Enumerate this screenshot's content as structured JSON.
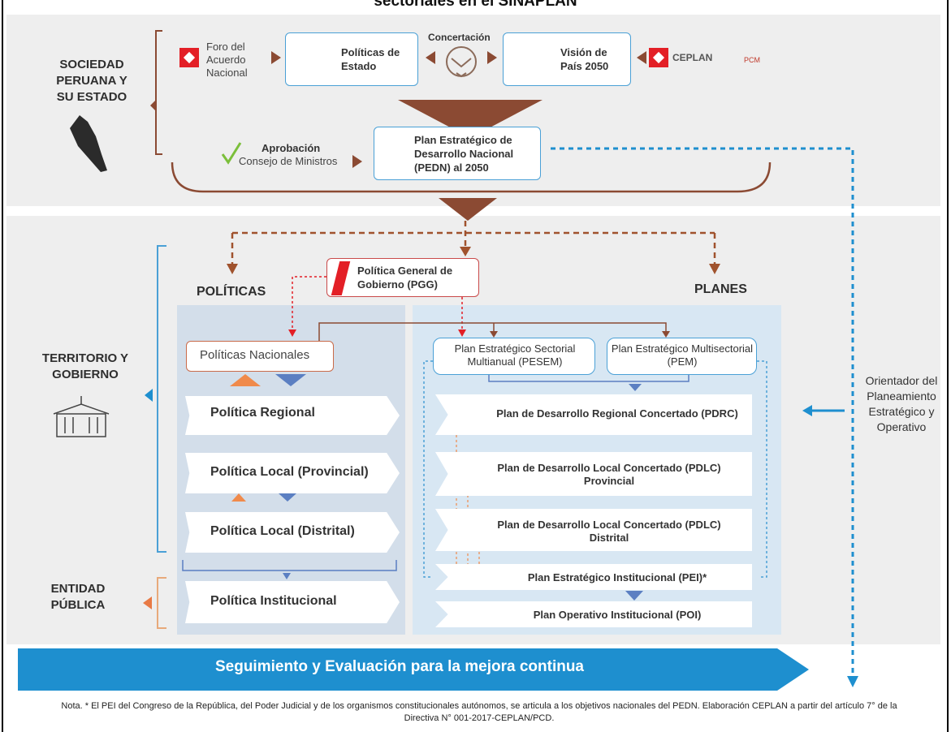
{
  "heading": "sectoriales en el SINAPLAN",
  "sections": {
    "sociedad": "SOCIEDAD PERUANA Y SU ESTADO",
    "territorio": "TERRITORIO Y GOBIERNO",
    "entidad": "ENTIDAD PÚBLICA"
  },
  "top": {
    "foro": "Foro del Acuerdo Nacional",
    "politicas_estado": "Políticas de Estado",
    "concertacion": "Concertación",
    "vision": "Visión de País 2050",
    "ceplan_logo": "CEPLAN",
    "pcm_logo": "PCM",
    "aprobacion": "Aprobación",
    "consejo": "Consejo de Ministros",
    "pedn": "Plan Estratégico de Desarrollo Nacional (PEDN) al 2050"
  },
  "columns": {
    "politicas": "POLÍTICAS",
    "planes": "PLANES"
  },
  "pgg": "Política General de Gobierno (PGG)",
  "politicas_nacionales": "Políticas Nacionales",
  "politicas_chain": [
    "Política Regional",
    "Política Local (Provincial)",
    "Política Local (Distrital)",
    "Política Institucional"
  ],
  "pesem": "Plan Estratégico Sectorial Multianual (PESEM)",
  "pem": "Plan Estratégico Multisectorial (PEM)",
  "planes_chain": [
    "Plan de Desarrollo Regional Concertado (PDRC)",
    "Plan de Desarrollo Local Concertado (PDLC) Provincial",
    "Plan de Desarrollo Local Concertado (PDLC) Distrital",
    "Plan Estratégico Institucional (PEI)*",
    "Plan Operativo Institucional (POI)"
  ],
  "orientador": "Orientador del Planeamiento Estratégico y Operativo",
  "footer": "Seguimiento y Evaluación para la mejora continua",
  "nota": "Nota. * El PEI del Congreso de la República, del Poder Judicial y de los organismos constitucionales autónomos, se articula a los objetivos nacionales del PEDN. Elaboración CEPLAN a partir del artículo 7° de la Directiva N° 001-2017-CEPLAN/PCD.",
  "colors": {
    "accent_blue": "#1e8fcf",
    "brown": "#8b4a33",
    "orange": "#e87a45",
    "red": "#e31f26",
    "band_grey": "#eeeeee"
  }
}
